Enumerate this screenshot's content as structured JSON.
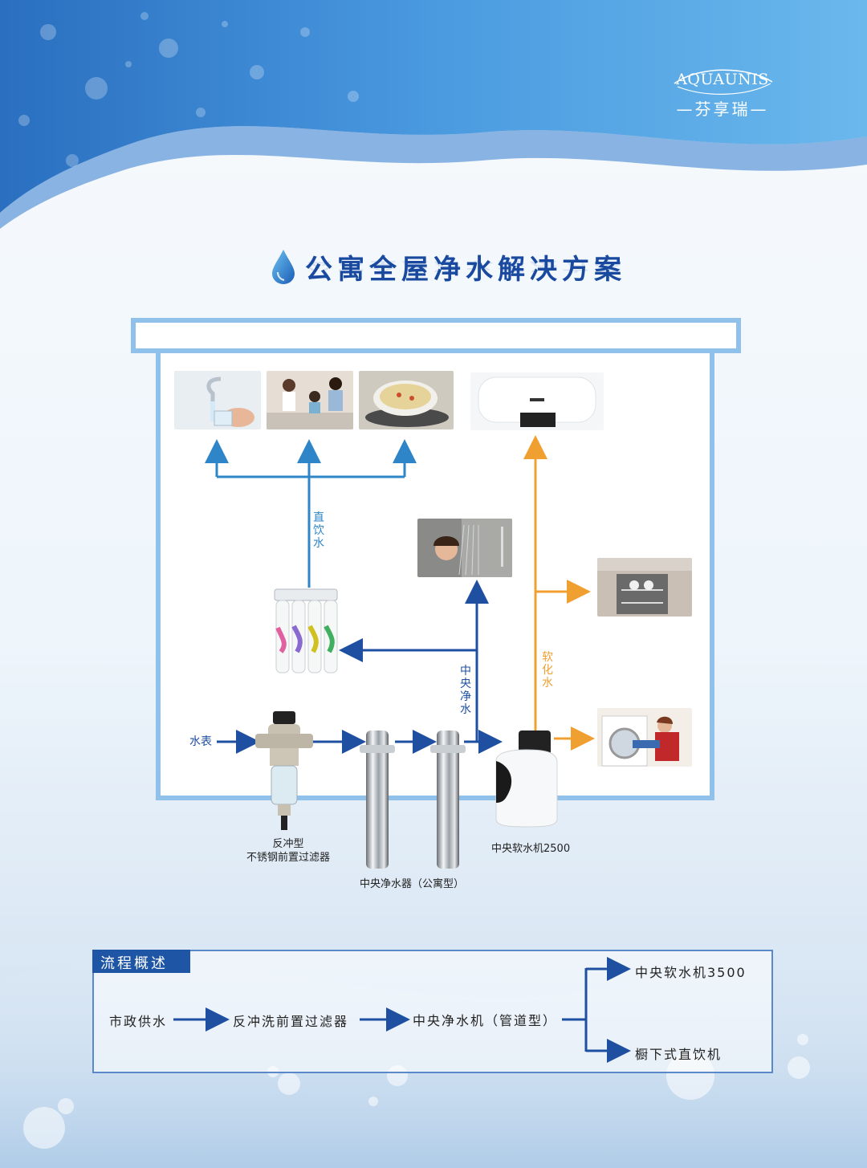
{
  "brand": {
    "logo_en": "AQUAUNIS",
    "logo_cn": "—芬享瑞—"
  },
  "title": "公寓全屋净水解决方案",
  "labels": {
    "direct_drink": "直饮水",
    "central_purified": "中央净水",
    "softened": "软化水",
    "water_meter": "水表",
    "prefilter_line1": "反冲型",
    "prefilter_line2": "不锈钢前置过滤器",
    "central_purifier": "中央净水器（公寓型）",
    "softener": "中央软水机2500"
  },
  "flow": {
    "heading": "流程概述",
    "step1": "市政供水",
    "step2": "反冲洗前置过滤器",
    "step3": "中央净水机（管道型）",
    "branch_top": "中央软水机3500",
    "branch_bottom": "橱下式直饮机"
  },
  "colors": {
    "blue_arrow": "#1e4fa0",
    "light_blue_arrow": "#2e86c9",
    "orange_arrow": "#f0a030",
    "house_border": "#8fc1ea",
    "title": "#1a4aa0"
  }
}
